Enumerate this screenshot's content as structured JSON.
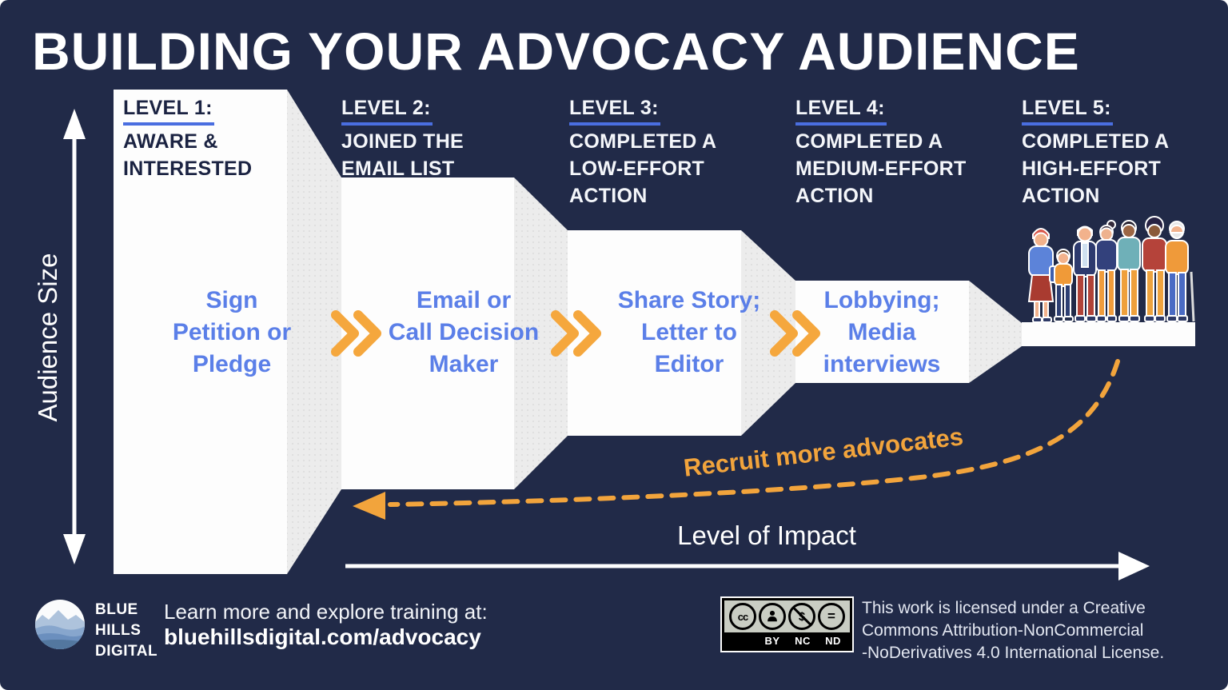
{
  "title": "BUILDING YOUR ADVOCACY AUDIENCE",
  "y_axis": {
    "label": "Audience Size"
  },
  "x_axis": {
    "label": "Level of Impact"
  },
  "levels": [
    {
      "heading": "LEVEL 1:",
      "lines": [
        "AWARE &",
        "INTERESTED"
      ],
      "action": [
        "Sign",
        "Petition or",
        "Pledge"
      ]
    },
    {
      "heading": "LEVEL 2:",
      "lines": [
        "JOINED THE",
        "EMAIL LIST"
      ],
      "action": [
        "Email or",
        "Call Decision",
        "Maker"
      ]
    },
    {
      "heading": "LEVEL 3:",
      "lines": [
        "COMPLETED A",
        "LOW-EFFORT",
        "ACTION"
      ],
      "action": [
        "Share Story;",
        "Letter to",
        "Editor"
      ]
    },
    {
      "heading": "LEVEL 4:",
      "lines": [
        "COMPLETED A",
        "MEDIUM-EFFORT",
        "ACTION"
      ],
      "action": [
        "Lobbying;",
        "Media",
        "interviews"
      ]
    },
    {
      "heading": "LEVEL 5:",
      "lines": [
        "COMPLETED A",
        "HIGH-EFFORT",
        "ACTION"
      ],
      "action": []
    }
  ],
  "recruit_label": "Recruit more advocates",
  "footer": {
    "brand": [
      "BLUE",
      "HILLS",
      "DIGITAL"
    ],
    "learn_more": "Learn more and explore training at:",
    "url": "bluehillsdigital.com/advocacy"
  },
  "license": {
    "lines": [
      "This work is licensed under a Creative",
      "Commons Attribution-NonCommercial",
      "-NoDerivatives 4.0 International License."
    ],
    "badge": {
      "cc_glyph": "cc",
      "nc_glyph": "$",
      "nd_glyph": "=",
      "labels": [
        "BY",
        "NC",
        "ND"
      ]
    }
  },
  "colors": {
    "background_navy": "#212A48",
    "block_white": "#FDFDFD",
    "connector_gray": "#ECECEC",
    "action_blue": "#5B7FE8",
    "underline_blue": "#4A6EE0",
    "chevron_orange": "#F5A73D",
    "recruit_orange": "#F2A43C"
  }
}
